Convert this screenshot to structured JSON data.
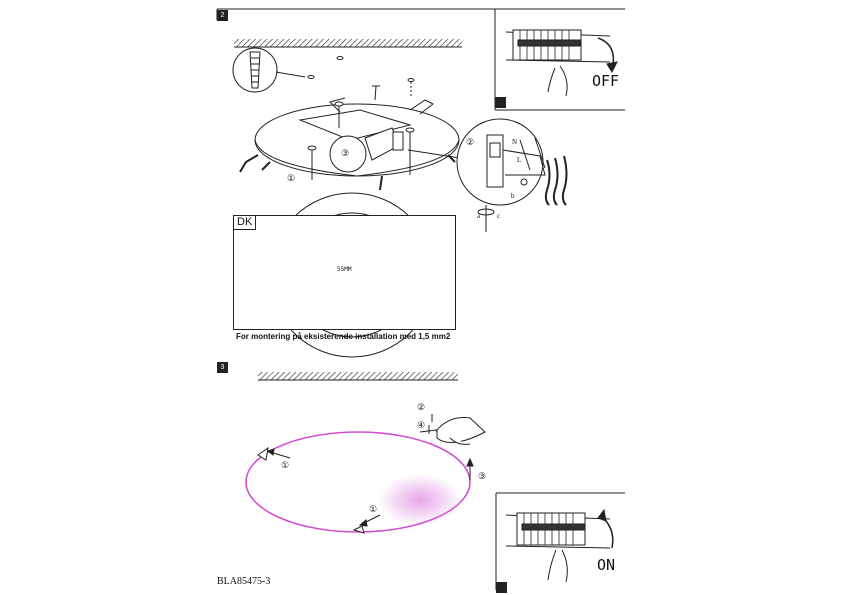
{
  "panels": {
    "top_step_badge": "2",
    "bottom_step_badge": "3",
    "off_label": "OFF",
    "on_label": "ON"
  },
  "dk_box": {
    "label": "DK",
    "dimension": "55MM",
    "caption": "For montering på eksisterende installation med 1,5 mm2"
  },
  "wiring": {
    "n": "N",
    "l": "L",
    "a": "a",
    "b": "b",
    "c": "c"
  },
  "callouts": {
    "one": "①",
    "two": "②",
    "three": "③",
    "four": "④"
  },
  "colors": {
    "line": "#1a1a1a",
    "cover_outline": "#d24fd2"
  },
  "footer": {
    "document_number": "BLA85475-3"
  }
}
